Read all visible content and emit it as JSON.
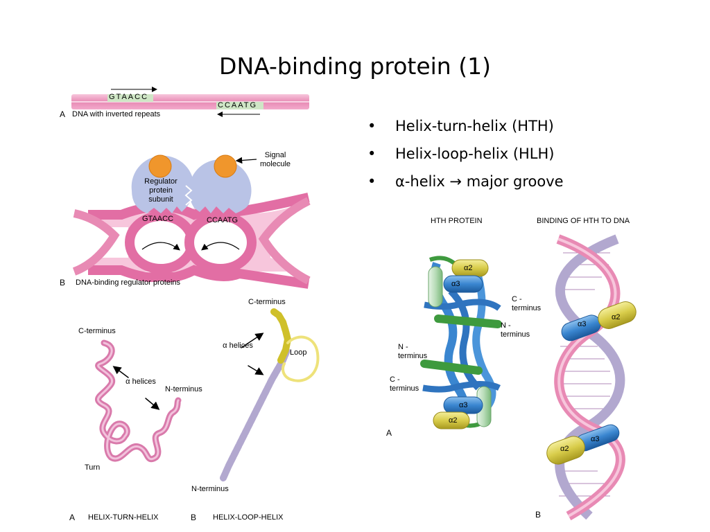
{
  "slide": {
    "title": "DNA-binding protein (1)"
  },
  "bullets": [
    {
      "marker": "•",
      "text": "Helix-turn-helix (HTH)"
    },
    {
      "marker": "•",
      "text": "Helix-loop-helix (HLH)"
    },
    {
      "marker": "•",
      "text": "α-helix → major groove"
    }
  ],
  "fig_inverted": {
    "panel": "A",
    "caption": "DNA with inverted repeats",
    "seq_top": "GTAACC",
    "seq_bottom": "CCAATG"
  },
  "fig_regulator": {
    "panel": "B",
    "caption": "DNA-binding regulator proteins",
    "signal_label": "Signal molecule",
    "subunit_label": "Regulator protein subunit",
    "seq_left": "GTAACC",
    "seq_right": "CCAATG"
  },
  "fig_motifs": {
    "hth_c_terminus": "C-terminus",
    "hth_alpha_helices": "α helices",
    "hth_n_terminus": "N-terminus",
    "hth_turn": "Turn",
    "hlh_c_terminus": "C-terminus",
    "hlh_alpha_helices": "α helices",
    "hlh_loop": "Loop",
    "hlh_n_terminus": "N-terminus",
    "panel_a": "A",
    "caption_a": "HELIX-TURN-HELIX",
    "panel_b": "B",
    "caption_b": "HELIX-LOOP-HELIX"
  },
  "fig_hth": {
    "heading_protein": "HTH PROTEIN",
    "heading_binding": "BINDING OF HTH TO DNA",
    "c_terminus_top": "C - terminus",
    "n_terminus_top": "N - terminus",
    "n_terminus_bottom": "N - terminus",
    "c_terminus_bottom": "C - terminus",
    "alpha2": "α2",
    "alpha3": "α3",
    "panel_a": "A",
    "panel_b": "B"
  },
  "colors": {
    "dna_pink": "#e88ab4",
    "dna_light": "#f7c6dc",
    "protein_lavender": "#b9c3e6",
    "signal_orange": "#f0962c",
    "helix_blue": "#3a86d0",
    "helix_yellow": "#d8cc4a",
    "sheet_green": "#3e9a3e",
    "helix_purple": "#b2a8cf"
  }
}
